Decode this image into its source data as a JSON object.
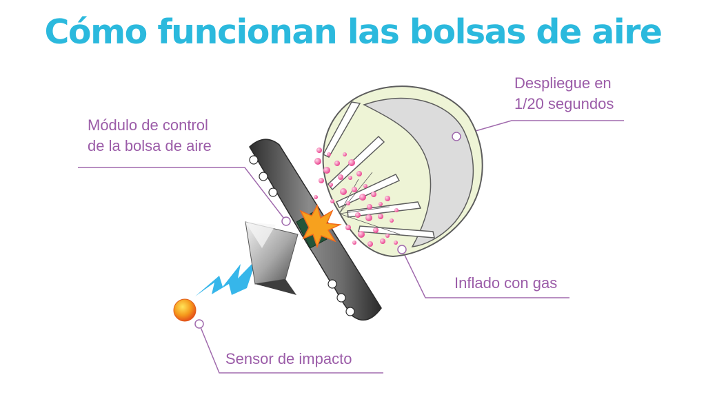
{
  "title": "Cómo funcionan las bolsas de aire",
  "labels": {
    "deployment_line1": "Despliegue en",
    "deployment_line2": "1/20 segundos",
    "control_module_line1": "Módulo de control",
    "control_module_line2": "de la bolsa de aire",
    "inflation": "Inflado con gas",
    "impact_sensor": "Sensor de impacto"
  },
  "colors": {
    "title": "#2bb9dd",
    "label_text": "#9b5ca8",
    "leader_line": "#a06aad",
    "airbag_fill": "#eef4d6",
    "airbag_outline": "#5d5d5d",
    "gas_particles": "#e83c8a",
    "lightning": "#36b6ea",
    "sensor": "#f28a18",
    "module": "#24553a",
    "explosion": "#f7a11e",
    "steering_column": "#585858"
  },
  "icons": {
    "sensor": "sensor-ball-icon",
    "lightning": "lightning-bolt-icon",
    "explosion": "explosion-burst-icon"
  }
}
